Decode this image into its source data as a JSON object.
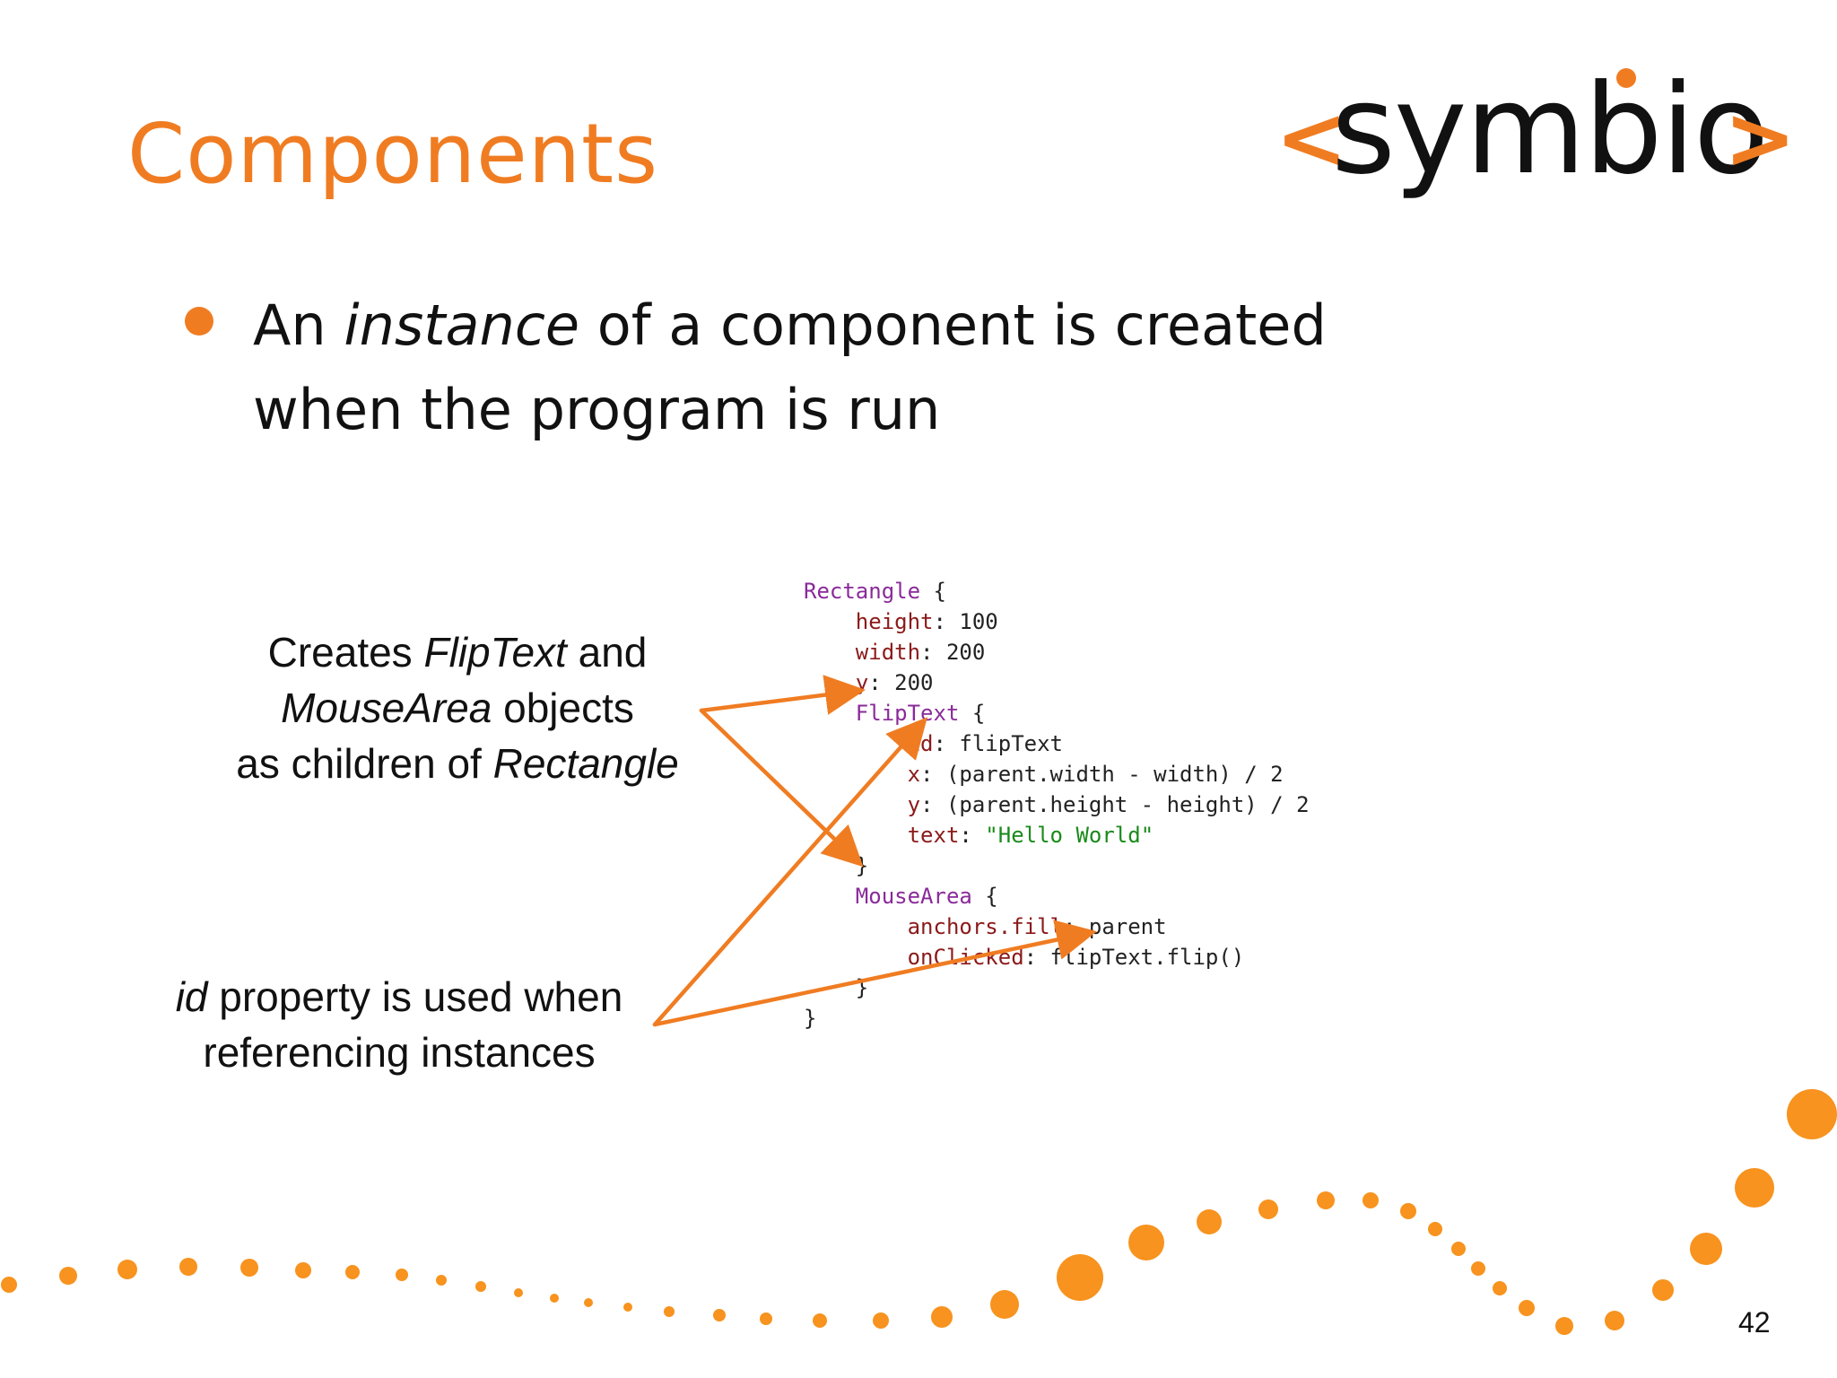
{
  "slide": {
    "title": "Components",
    "logo": {
      "left": "<",
      "word": "symbio",
      "right": ">"
    },
    "bullet": {
      "pre": "An ",
      "emph": "instance",
      "post": " of a component is created when the program is run"
    },
    "annotations": {
      "first": {
        "l1a": "Creates ",
        "l1b": "FlipText",
        "l1c": " and",
        "l2a": "MouseArea",
        "l2b": " objects",
        "l3a": "as children of ",
        "l3b": "Rectangle"
      },
      "second": {
        "l1a": "id",
        "l1b": " property is used when",
        "l2": "referencing instances"
      }
    },
    "code": {
      "l1a": "Rectangle",
      "l1b": " {",
      "l2a": "    height",
      "l2b": ": 100",
      "l3a": "    width",
      "l3b": ": 200",
      "l4a": "    y",
      "l4b": ": 200",
      "l5a": "    FlipText",
      "l5b": " {",
      "l6a": "        id",
      "l6b": ": flipText",
      "l7a": "        x",
      "l7b": ": (parent.width - width) / 2",
      "l8a": "        y",
      "l8b": ": (parent.height - height) / 2",
      "l9a": "        text",
      "l9b": ": ",
      "l9c": "\"Hello World\"",
      "l10": "    }",
      "l11a": "    MouseArea",
      "l11b": " {",
      "l12a": "        anchors.fill",
      "l12b": ": parent",
      "l13a": "        onClicked",
      "l13b": ": flipText.flip()",
      "l14": "    }",
      "l15": "}"
    },
    "page_number": "42",
    "colors": {
      "accent": "#f07c22",
      "keyword": "#8a2a9a",
      "property": "#8b1a1a",
      "string": "#1a8a1a"
    }
  }
}
